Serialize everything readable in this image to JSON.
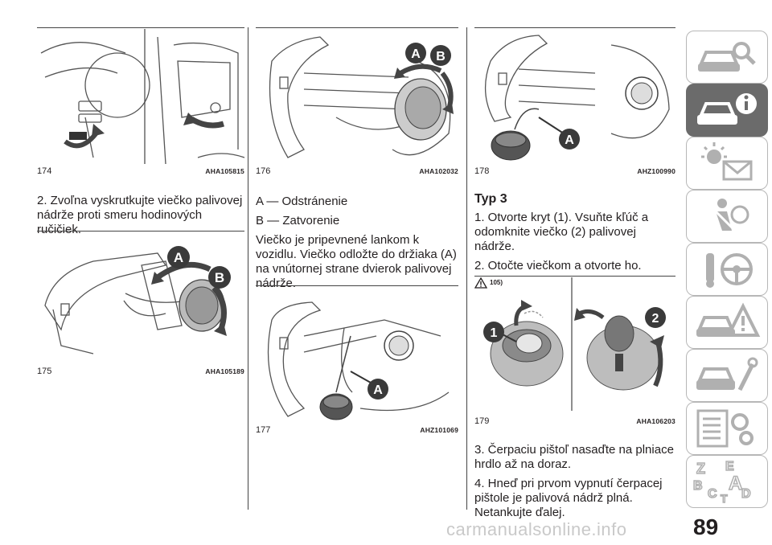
{
  "page_number": "89",
  "watermark": "carmanualsonline.info",
  "figures": [
    {
      "num": "174",
      "code": "AHA105815"
    },
    {
      "num": "175",
      "code": "AHA105189"
    },
    {
      "num": "176",
      "code": "AHA102032"
    },
    {
      "num": "177",
      "code": "AHZ101069"
    },
    {
      "num": "178",
      "code": "AHZ100990"
    },
    {
      "num": "179",
      "code": "AHA106203"
    }
  ],
  "col1": {
    "step2": "2. Zvoľna vyskrutkujte viečko palivovej nádrže proti smeru hodinových ručičiek."
  },
  "col2": {
    "a_line": "A — Odstránenie",
    "b_line": "B — Zatvorenie",
    "para": "Viečko je pripevnené lankom k vozidlu. Viečko odložte do držiaka (A) na vnútornej strane dvierok palivovej nádrže."
  },
  "col3": {
    "heading": "Typ 3",
    "step1": "1. Otvorte kryt (1). Vsuňte kľúč a odomknite viečko (2) palivovej nádrže.",
    "step2": "2. Otočte viečkom a otvorte ho.",
    "warning_ref": "105)",
    "step3": "3. Čerpaciu pištoľ nasaďte na plniace hrdlo až na doraz.",
    "step4": "4. Hneď pri prvom vypnutí čerpacej pištole je palivová nádrž plná. Netankujte ďalej."
  },
  "callouts": {
    "a": "A",
    "b": "B",
    "one": "1",
    "two": "2"
  },
  "tabs": [
    {
      "icon": "car-search-icon",
      "active": false
    },
    {
      "icon": "car-info-icon",
      "active": true
    },
    {
      "icon": "warning-light-message-icon",
      "active": false
    },
    {
      "icon": "seatbelt-airbag-icon",
      "active": false
    },
    {
      "icon": "key-steering-wheel-icon",
      "active": false
    },
    {
      "icon": "car-warning-triangle-icon",
      "active": false
    },
    {
      "icon": "car-wrench-icon",
      "active": false
    },
    {
      "icon": "list-gear-icon",
      "active": false
    },
    {
      "icon": "alphabet-index-icon",
      "active": false
    }
  ],
  "colors": {
    "text": "#231f20",
    "tab_active": "#6b6b6b",
    "tab_border": "#b7b7b7",
    "callout": "#3a3a3a"
  }
}
